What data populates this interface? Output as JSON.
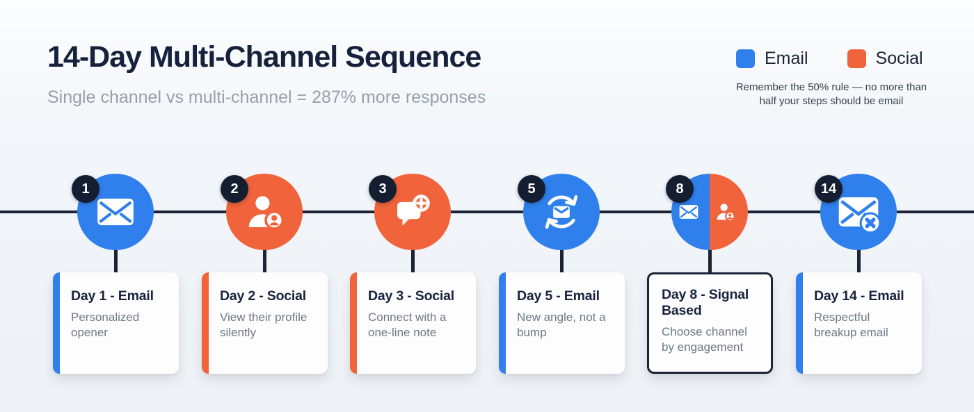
{
  "header": {
    "title": "14-Day Multi-Channel Sequence",
    "subtitle": "Single channel vs multi-channel = 287% more responses"
  },
  "legend": {
    "items": [
      {
        "label": "Email",
        "color": "#2F80ED"
      },
      {
        "label": "Social",
        "color": "#F1633B"
      }
    ],
    "note": "Remember the 50% rule — no more than half your steps should be email"
  },
  "colors": {
    "email_blue": "#2F80ED",
    "social_orange": "#F1633B",
    "timeline_navy": "#1B2435",
    "background": "#EDF1F6"
  },
  "steps": [
    {
      "number": "1",
      "channel": "email",
      "icon": "envelope-icon",
      "title": "Day 1 - Email",
      "description": "Personalized opener"
    },
    {
      "number": "2",
      "channel": "social",
      "icon": "profile-view-icon",
      "title": "Day 2 - Social",
      "description": "View their profile silently"
    },
    {
      "number": "3",
      "channel": "social",
      "icon": "chat-plus-icon",
      "title": "Day 3 - Social",
      "description": "Connect with a one-line note"
    },
    {
      "number": "5",
      "channel": "email",
      "icon": "email-refresh-icon",
      "title": "Day 5 - Email",
      "description": "New angle, not a bump"
    },
    {
      "number": "8",
      "channel": "signal",
      "icon": "email-social-split-icon",
      "title": "Day 8 - Signal Based",
      "description": "Choose channel by engagement"
    },
    {
      "number": "14",
      "channel": "email",
      "icon": "email-x-icon",
      "title": "Day 14 - Email",
      "description": "Respectful breakup email"
    }
  ]
}
